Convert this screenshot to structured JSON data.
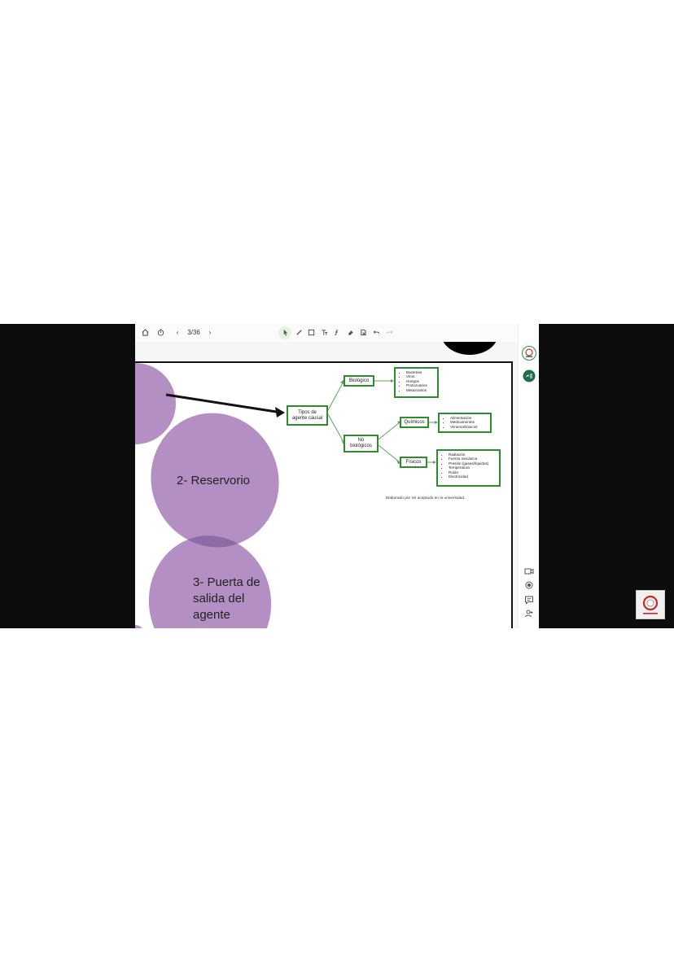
{
  "toolbar": {
    "page_indicator": "3/36",
    "tools": [
      "home-icon",
      "timer-icon",
      "prev-page-icon",
      "next-page-icon",
      "pointer-icon",
      "pen-icon",
      "shape-icon",
      "text-icon",
      "formula-icon",
      "eraser-icon",
      "clear-icon",
      "undo-icon",
      "redo-icon",
      "settings-icon"
    ]
  },
  "slide": {
    "circle_labels": {
      "reservoir": "2- Reservorio",
      "exit_door": [
        "3- Puerta de",
        "salida del",
        "agente"
      ]
    },
    "diagram": {
      "root": [
        "Tipos de",
        "agente causal"
      ],
      "biologico": {
        "label": "Biológico",
        "items": [
          "Bacterias",
          "Virus",
          "Hongos",
          "Protozoarios",
          "Metazoarios"
        ]
      },
      "no_biologicos": [
        "No",
        "biológicos"
      ],
      "quimicos": {
        "label": "Químicos",
        "items": [
          "Alimentación",
          "Medicamentos",
          "Venenos/tóxicos"
        ]
      },
      "fisicos": {
        "label": "Físicos",
        "items": [
          "Radiación",
          "Fuerza mecánica",
          "Presión (gases/líquidos)",
          "Temperatura",
          "Ruido",
          "Electricidad"
        ]
      },
      "caption": "Elaborado por Sé aceptado en la universidad."
    }
  },
  "colors": {
    "purple": "#b48fc4",
    "purple_overlap": "#8e6aa6",
    "green": "#2e8b2e",
    "video_bg": "#0c0c0c"
  }
}
